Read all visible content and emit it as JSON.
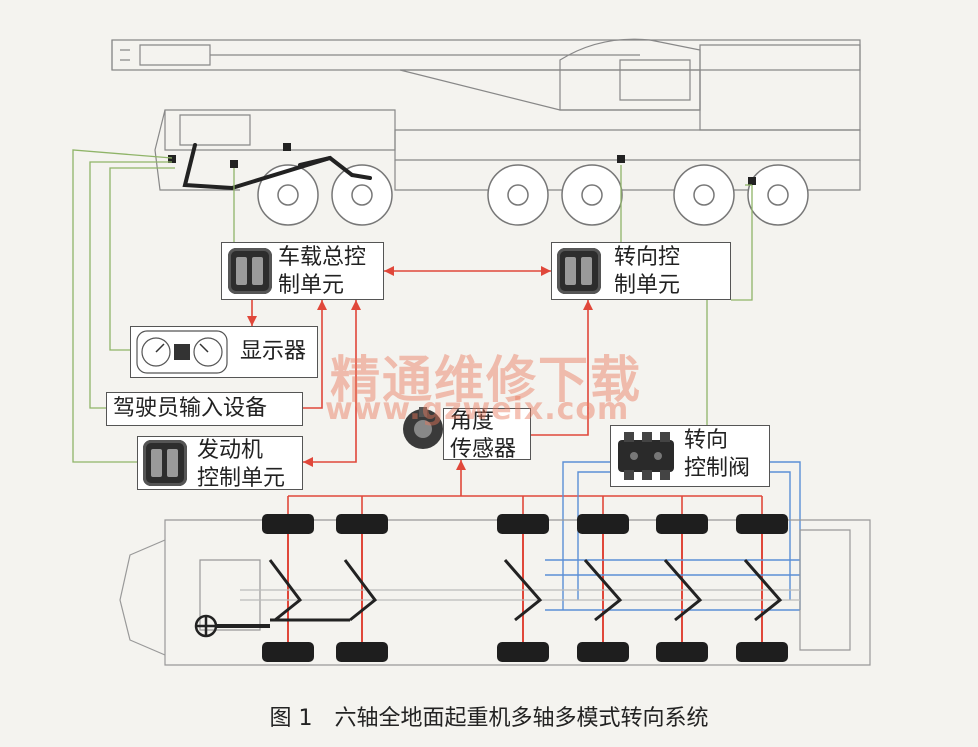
{
  "nodes": {
    "main_control": "车载总控\n制单元",
    "steering_control": "转向控\n制单元",
    "display": "显示器",
    "driver_input": "驾驶员输入设备",
    "engine_control": "发动机\n控制单元",
    "angle_sensor": "角度\n传感器",
    "steering_valve": "转向\n控制阀"
  },
  "watermark": {
    "cn": "精通维修下载",
    "en": "www.gzweix.com"
  },
  "caption": "图 1　六轴全地面起重机多轴多模式转向系统",
  "colors": {
    "red_bus": "#e0473a",
    "blue_hydraulic": "#5b8fd6",
    "green_signal": "#8fb468",
    "outline": "#555555"
  }
}
